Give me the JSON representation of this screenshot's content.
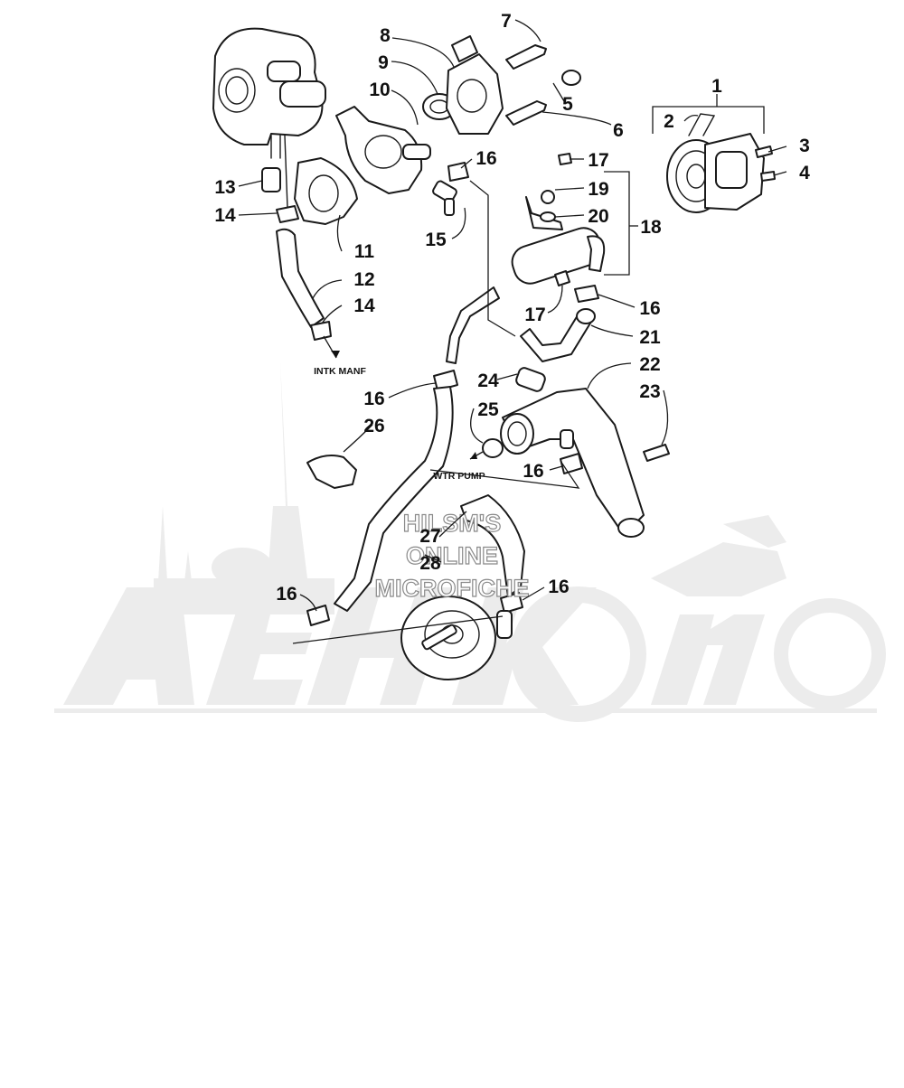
{
  "diagram": {
    "notes": {
      "intake": "INTK MANF",
      "pump": "WTR PUMP"
    },
    "watermark": {
      "line1": "HILSM'S",
      "line2": "ONLINE",
      "line3": "MICROFICHE",
      "logo_color": "#ececec"
    },
    "callouts": {
      "c1": "1",
      "c2": "2",
      "c3": "3",
      "c4": "4",
      "c5": "5",
      "c6": "6",
      "c7": "7",
      "c8": "8",
      "c9": "9",
      "c10": "10",
      "c11": "11",
      "c12": "12",
      "c13": "13",
      "c14a": "14",
      "c14b": "14",
      "c15": "15",
      "c16a": "16",
      "c16b": "16",
      "c16c": "16",
      "c16d": "16",
      "c16e": "16",
      "c16f": "16",
      "c17a": "17",
      "c17b": "17",
      "c18": "18",
      "c19": "19",
      "c20": "20",
      "c21": "21",
      "c22": "22",
      "c23": "23",
      "c24": "24",
      "c25": "25",
      "c26": "26",
      "c27": "27",
      "c28": "28"
    }
  }
}
